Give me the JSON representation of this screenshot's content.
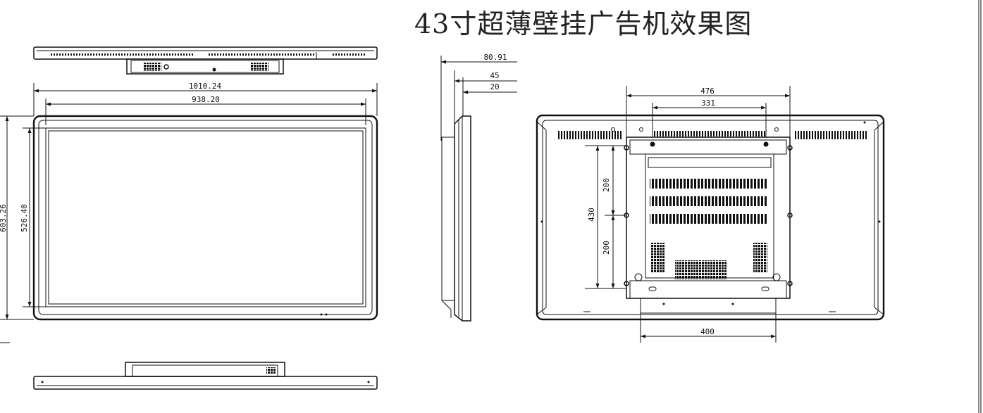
{
  "title": "43寸超薄壁挂广告机效果图",
  "dimensions": {
    "front_outer_width": "1010.24",
    "front_screen_width": "938.20",
    "front_outer_height": "603.26",
    "front_screen_height": "526.40",
    "side_depth_total": "80.91",
    "side_depth_mid": "45",
    "side_depth_panel": "20",
    "rear_bracket_outer_width": "476",
    "rear_bracket_hole_width": "331",
    "rear_vesa_width": "400",
    "rear_vesa_height": "430",
    "rear_hole_spacing_upper": "200",
    "rear_hole_spacing_lower": "200"
  }
}
